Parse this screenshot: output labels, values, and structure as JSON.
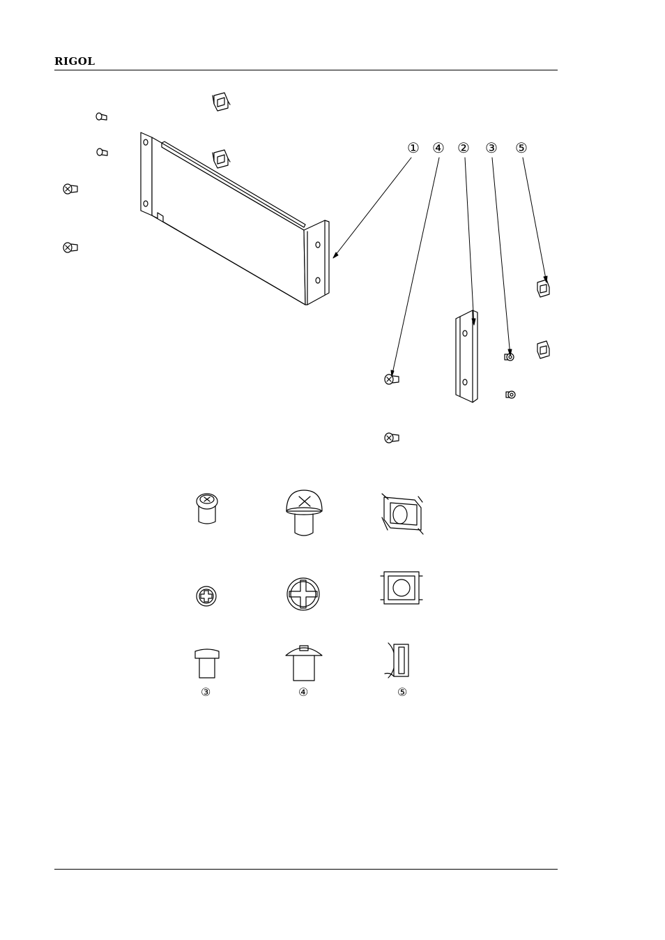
{
  "header": {
    "brand": "RIGOL"
  },
  "callouts": [
    "①",
    "④",
    "②",
    "③",
    "⑤"
  ],
  "legend_labels": [
    "③",
    "④",
    "⑤"
  ]
}
